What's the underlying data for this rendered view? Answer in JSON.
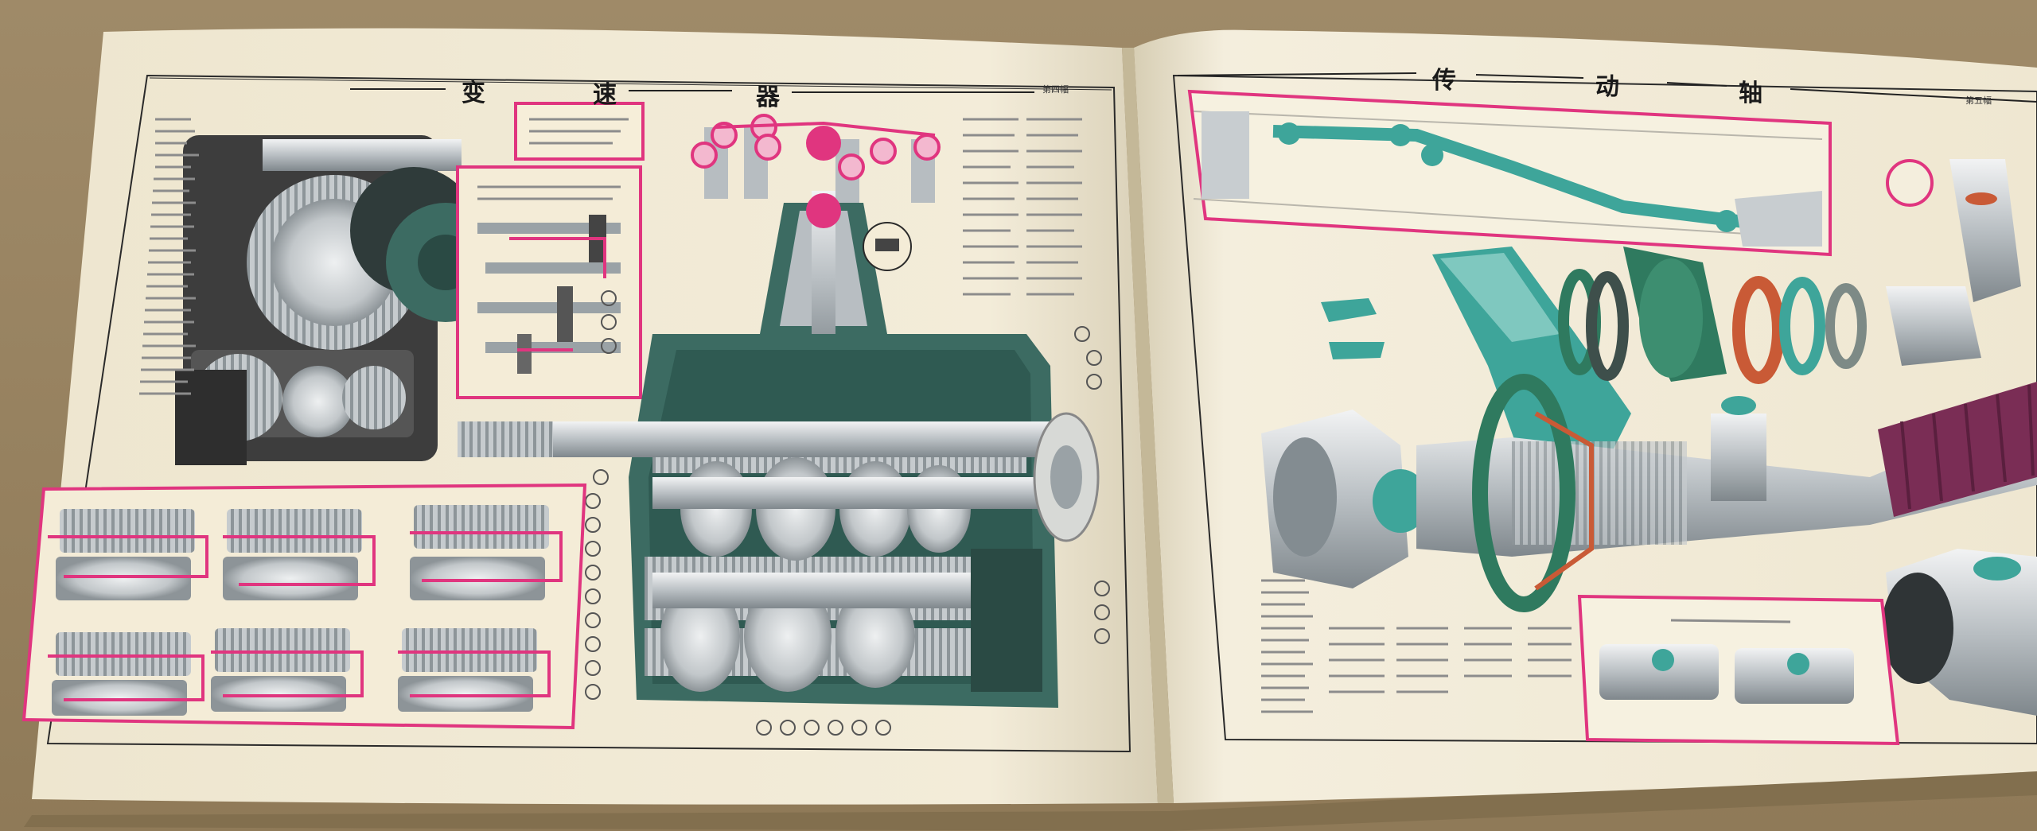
{
  "book": {
    "left_page": {
      "title_chars": [
        "变",
        "速",
        "器"
      ],
      "page_number": "第四幅"
    },
    "right_page": {
      "title_chars": [
        "传",
        "动",
        "轴"
      ],
      "page_number": "第五幅"
    }
  },
  "colors": {
    "table_background": "#a08a67",
    "paper": "#f1ead6",
    "magenta_frame": "#e0357f",
    "cutaway_casing": "#3c6b62",
    "teal_part": "#3ea59a",
    "gear_silver": "#c9cdd0",
    "ink": "#1a1a1a"
  },
  "icons": [
    "gearbox-cutaway-illustration",
    "drive-shaft-exploded-illustration",
    "gear-shift-diagrams"
  ]
}
